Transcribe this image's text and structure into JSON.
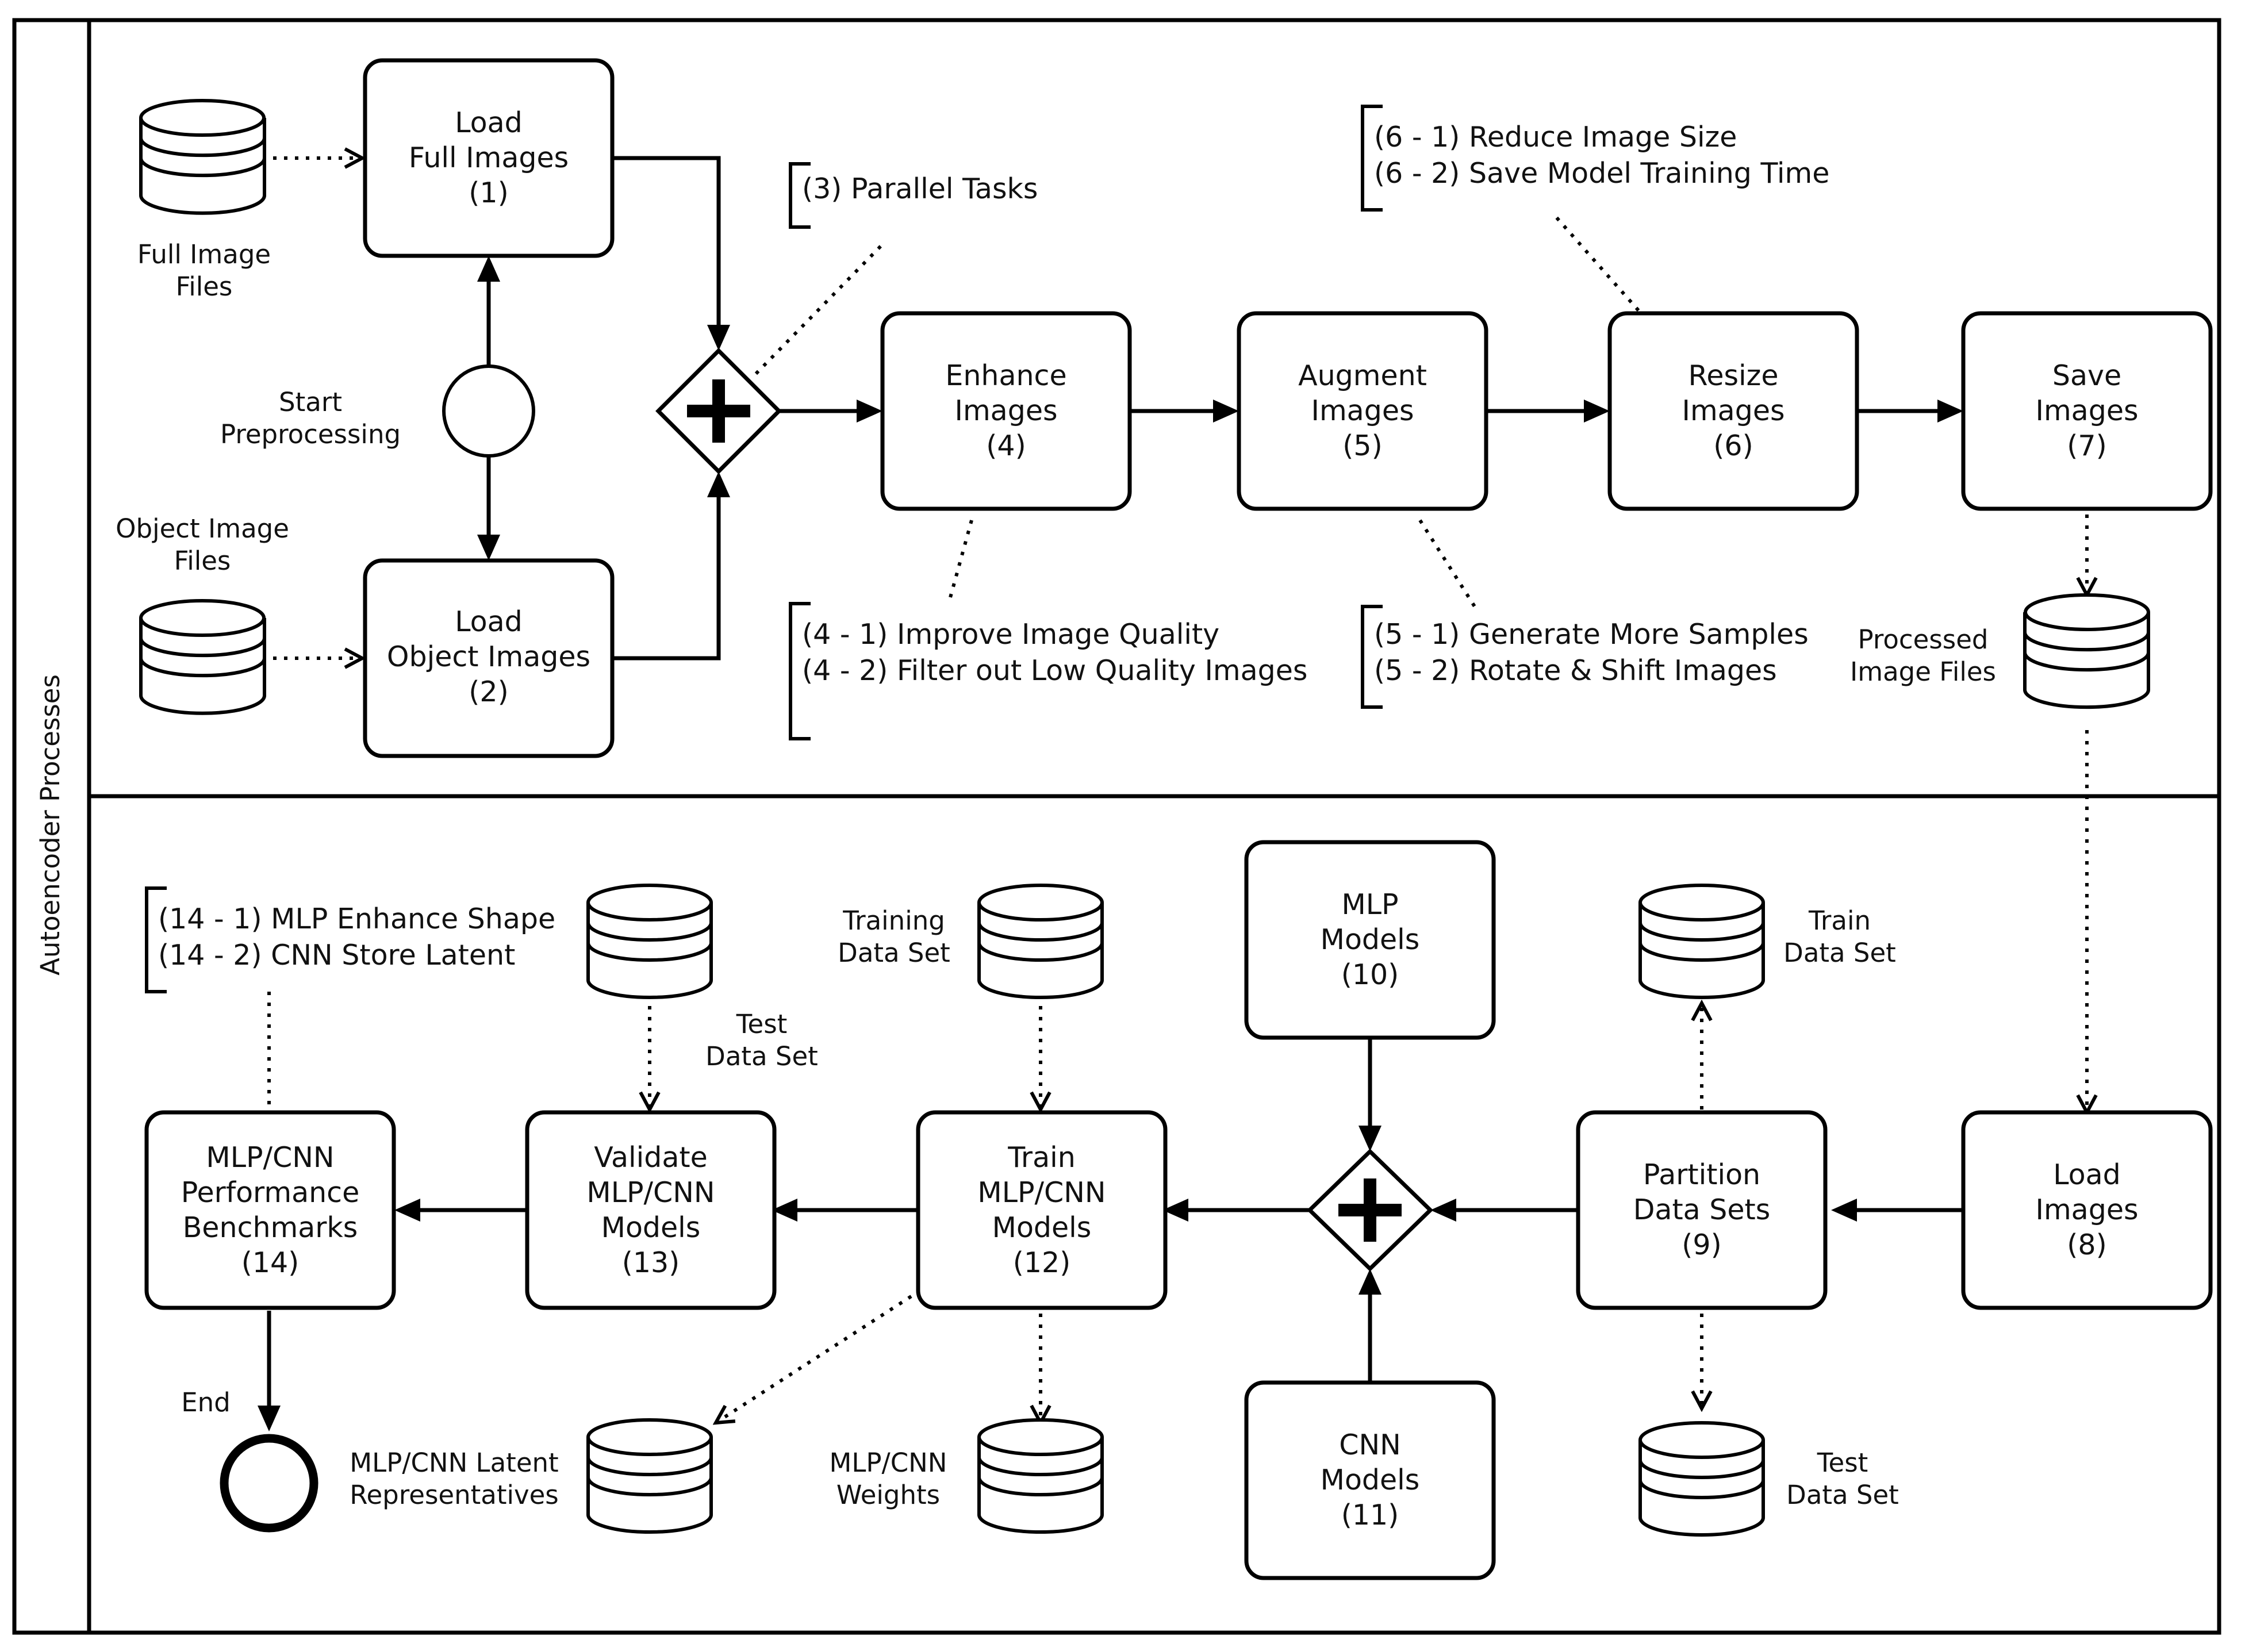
{
  "pool_label": "Autoencoder Processes",
  "tasks": {
    "load_full": [
      "Load",
      "Full Images",
      "(1)"
    ],
    "load_object": [
      "Load",
      "Object Images",
      "(2)"
    ],
    "enhance": [
      "Enhance",
      "Images",
      "(4)"
    ],
    "augment": [
      "Augment",
      "Images",
      "(5)"
    ],
    "resize": [
      "Resize",
      "Images",
      "(6)"
    ],
    "save": [
      "Save",
      "Images",
      "(7)"
    ],
    "load_images": [
      "Load",
      "Images",
      "(8)"
    ],
    "partition": [
      "Partition",
      "Data Sets",
      "(9)"
    ],
    "mlp_models": [
      "MLP",
      "Models",
      "(10)"
    ],
    "cnn_models": [
      "CNN",
      "Models",
      "(11)"
    ],
    "train": [
      "Train",
      "MLP/CNN",
      "Models",
      "(12)"
    ],
    "validate": [
      "Validate",
      "MLP/CNN",
      "Models",
      "(13)"
    ],
    "benchmarks": [
      "MLP/CNN",
      "Performance",
      "Benchmarks",
      "(14)"
    ]
  },
  "data_stores": {
    "full_image_files": [
      "Full Image",
      "Files"
    ],
    "object_image_files": [
      "Object Image",
      "Files"
    ],
    "processed_image_files": [
      "Processed",
      "Image Files"
    ],
    "train_data_set": [
      "Train",
      "Data Set"
    ],
    "test_data_set_partition": [
      "Test",
      "Data Set"
    ],
    "training_data_set": [
      "Training",
      "Data Set"
    ],
    "test_data_set_validate": [
      "Test",
      "Data Set"
    ],
    "mlp_cnn_weights": [
      "MLP/CNN",
      "Weights"
    ],
    "latent_representatives": [
      "MLP/CNN Latent",
      "Representatives"
    ]
  },
  "events": {
    "start": [
      "Start",
      "Preprocessing"
    ],
    "end": [
      "End"
    ]
  },
  "annotations": {
    "parallel": [
      "(3) Parallel Tasks"
    ],
    "resize_note": [
      "(6 - 1) Reduce Image Size",
      "(6 - 2) Save Model Training Time"
    ],
    "enhance_note": [
      "(4 - 1) Improve Image Quality",
      "(4 - 2) Filter out Low Quality Images"
    ],
    "augment_note": [
      "(5 - 1) Generate More Samples",
      "(5 - 2) Rotate & Shift Images"
    ],
    "benchmark_note": [
      "(14 - 1) MLP Enhance Shape",
      "(14 - 2) CNN Store Latent"
    ]
  }
}
